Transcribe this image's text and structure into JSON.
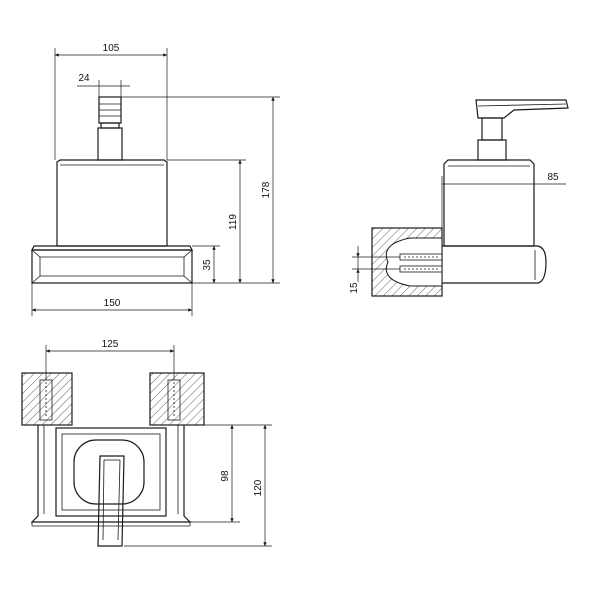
{
  "dimensions": {
    "width_top": "105",
    "pump_width": "24",
    "total_height": "178",
    "body_height": "119",
    "base_height": "35",
    "base_width": "150",
    "side_offset": "85",
    "fixing_offset": "15",
    "fixing_spacing": "125",
    "depth_body": "98",
    "depth_total": "120"
  },
  "colors": {
    "line": "#1a1a1a",
    "background": "#ffffff"
  }
}
